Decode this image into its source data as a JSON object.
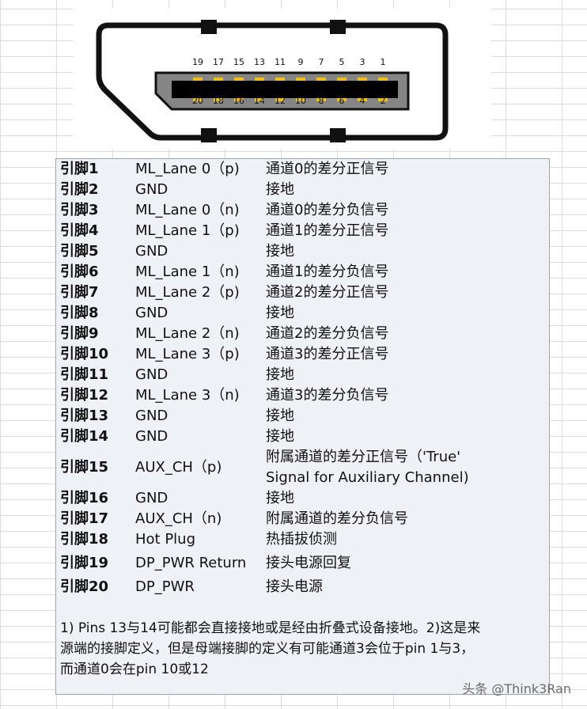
{
  "connector": {
    "top_pins": [
      "19",
      "17",
      "15",
      "13",
      "11",
      "9",
      "7",
      "5",
      "3",
      "1"
    ],
    "bottom_pins": [
      "20",
      "18",
      "16",
      "14",
      "12",
      "10",
      "8",
      "6",
      "4",
      "2"
    ]
  },
  "pins": [
    {
      "id": "引脚1",
      "signal": "ML_Lane 0（p)",
      "desc": "通道0的差分正信号"
    },
    {
      "id": "引脚2",
      "signal": "GND",
      "desc": "接地"
    },
    {
      "id": "引脚3",
      "signal": "ML_Lane 0（n)",
      "desc": "通道0的差分负信号"
    },
    {
      "id": "引脚4",
      "signal": "ML_Lane 1（p)",
      "desc": "通道1的差分正信号"
    },
    {
      "id": "引脚5",
      "signal": "GND",
      "desc": "接地"
    },
    {
      "id": "引脚6",
      "signal": "ML_Lane 1（n)",
      "desc": "通道1的差分负信号"
    },
    {
      "id": "引脚7",
      "signal": "ML_Lane 2（p)",
      "desc": "通道2的差分正信号"
    },
    {
      "id": "引脚8",
      "signal": "GND",
      "desc": "接地"
    },
    {
      "id": "引脚9",
      "signal": "ML_Lane 2（n)",
      "desc": "通道2的差分负信号"
    },
    {
      "id": "引脚10",
      "signal": "ML_Lane 3（p)",
      "desc": "通道3的差分正信号"
    },
    {
      "id": "引脚11",
      "signal": "GND",
      "desc": "接地"
    },
    {
      "id": "引脚12",
      "signal": "ML_Lane 3（n)",
      "desc": "通道3的差分负信号"
    },
    {
      "id": "引脚13",
      "signal": "GND",
      "desc": "接地"
    },
    {
      "id": "引脚14",
      "signal": "GND",
      "desc": "接地"
    },
    {
      "id": "引脚15",
      "signal": "AUX_CH（p)",
      "desc": "附属通道的差分正信号（'True'",
      "desc2": "Signal for Auxiliary Channel)"
    },
    {
      "id": "引脚16",
      "signal": "GND",
      "desc": "接地"
    },
    {
      "id": "引脚17",
      "signal": "AUX_CH（n)",
      "desc": "附属通道的差分负信号"
    },
    {
      "id": "引脚18",
      "signal": "Hot Plug",
      "desc": "热插拔侦测"
    },
    {
      "id": "引脚19",
      "signal": "DP_PWR Return",
      "desc": "接头电源回复"
    },
    {
      "id": "引脚20",
      "signal": "DP_PWR",
      "desc": "接头电源"
    }
  ],
  "footnote": {
    "line1": "1) Pins 13与14可能都会直接接地或是经由折叠式设备接地。2)这是来",
    "line2": "源端的接脚定义，但是母端接脚的定义有可能通道3会位于pin 1与3，",
    "line3": "而通道0会在pin 10或12"
  },
  "watermark": "头条 @Think3Ran"
}
